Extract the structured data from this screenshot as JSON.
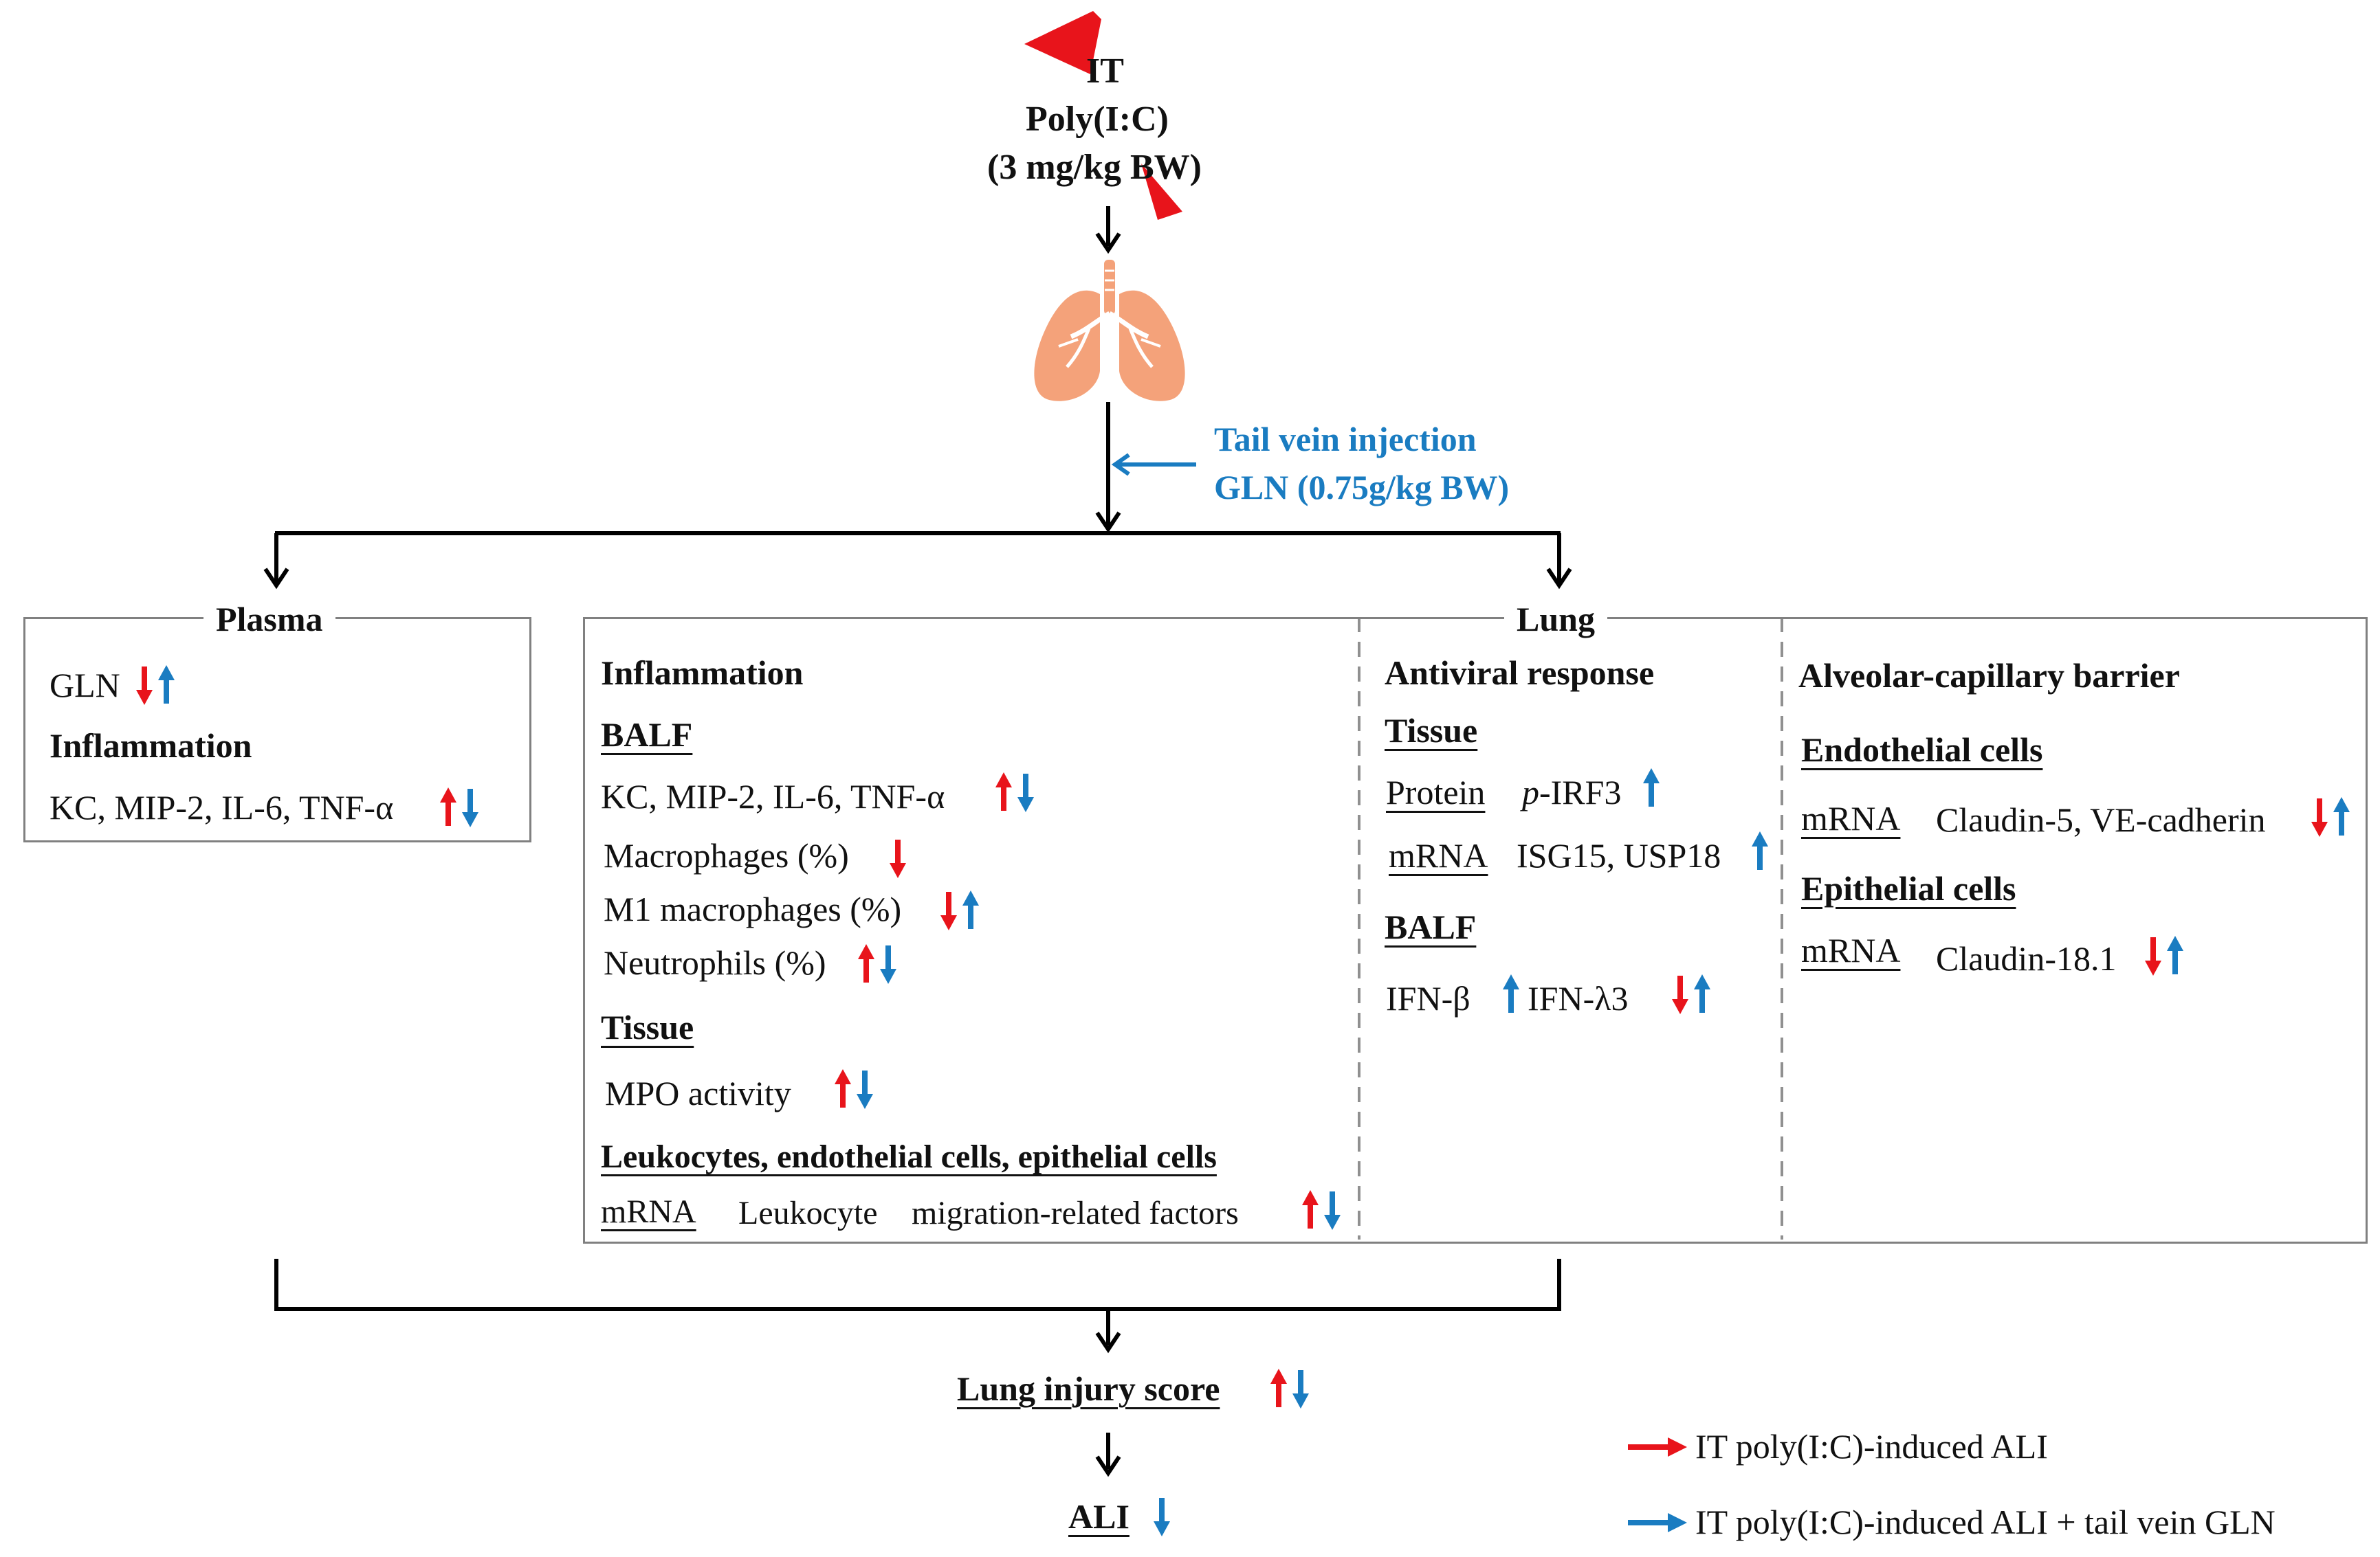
{
  "colors": {
    "red": "#e8141b",
    "blue": "#1a7cc1",
    "line": "#000000",
    "border": "#808080",
    "lung": "#f4a27a"
  },
  "top": {
    "route": "IT",
    "agent": "Poly(I:C)",
    "dose": "(3 mg/kg BW)"
  },
  "injection": {
    "line1": "Tail vein injection",
    "line2": "GLN (0.75g/kg BW)"
  },
  "icons": {
    "lungs": "lungs-icon",
    "up": "up-arrow-icon",
    "down": "down-arrow-icon"
  },
  "plasma": {
    "title": "Plasma",
    "gln": "GLN",
    "gln_change": {
      "ali": "down",
      "gln": "up"
    },
    "inflammation": "Inflammation",
    "cytokines": "KC, MIP-2, IL-6, TNF-α",
    "cytokines_change": {
      "ali": "up",
      "gln": "down"
    }
  },
  "lung": {
    "title": "Lung",
    "inflammation": {
      "heading": "Inflammation",
      "balf": "BALF",
      "balf_items": [
        {
          "label": "KC, MIP-2, IL-6, TNF-α",
          "ali": "up",
          "gln": "down"
        },
        {
          "label": "Macrophages (%)",
          "ali": "down",
          "gln": null
        },
        {
          "label": "M1 macrophages (%)",
          "ali": "down",
          "gln": "up"
        },
        {
          "label": "Neutrophils (%)",
          "ali": "up",
          "gln": "down"
        }
      ],
      "tissue": "Tissue",
      "mpo": "MPO activity",
      "mpo_change": {
        "ali": "up",
        "gln": "down"
      },
      "cells": "Leukocytes, endothelial cells, epithelial cells",
      "mrna": "mRNA",
      "migration_a": "Leukocyte",
      "migration_b": "migration-related factors",
      "migration_change": {
        "ali": "up",
        "gln": "down"
      }
    },
    "antiviral": {
      "heading": "Antiviral response",
      "tissue": "Tissue",
      "protein": "Protein",
      "irf3_prefix": "p",
      "irf3": "-IRF3",
      "irf3_change": {
        "ali": null,
        "gln": "up"
      },
      "mrna": "mRNA",
      "isg": "ISG15, USP18",
      "isg_change": {
        "ali": null,
        "gln": "up"
      },
      "balf": "BALF",
      "ifnb": "IFN-β",
      "ifnb_change": {
        "ali": null,
        "gln": "up"
      },
      "ifnl": "IFN-λ3",
      "ifnl_change": {
        "ali": "down",
        "gln": "up"
      }
    },
    "barrier": {
      "heading": "Alveolar-capillary barrier",
      "endo": "Endothelial cells",
      "mrna1": "mRNA",
      "endo_genes": "Claudin-5, VE-cadherin",
      "endo_change": {
        "ali": "down",
        "gln": "up"
      },
      "epi": "Epithelial cells",
      "mrna2": "mRNA",
      "epi_genes": "Claudin-18.1",
      "epi_change": {
        "ali": "down",
        "gln": "up"
      }
    }
  },
  "outcome": {
    "score": "Lung injury score",
    "score_change": {
      "ali": "up",
      "gln": "down"
    },
    "ali": "ALI",
    "ali_change": {
      "ali": null,
      "gln": "down"
    }
  },
  "legend": [
    {
      "color": "red",
      "label": "IT poly(I:C)-induced ALI"
    },
    {
      "color": "blue",
      "label": "IT poly(I:C)-induced ALI + tail vein GLN"
    }
  ]
}
